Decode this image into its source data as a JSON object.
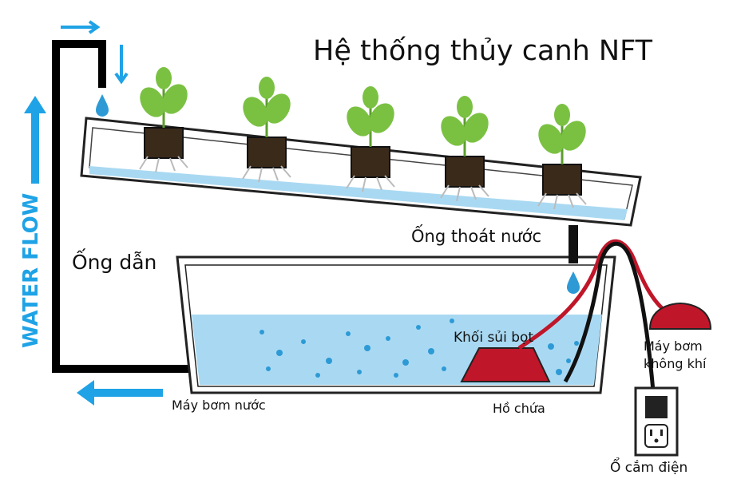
{
  "title": "Hệ thống thủy canh NFT",
  "labels": {
    "ong_dan": "Ống dẫn",
    "ong_thoat_nuoc": "Ống thoát nước",
    "khoi_sui_bot": "Khối sủi bọt",
    "may_bom_nuoc": "Máy bơm nước",
    "ho_chua": "Hồ chứa",
    "may_bom_khong_khi_line1": "Máy bơm",
    "may_bom_khong_khi_line2": "không khí",
    "o_cam_dien": "Ổ cắm điện",
    "water_flow": "WATER FLOW"
  },
  "colors": {
    "water": "#a9d9f2",
    "arrow": "#1fa3e6",
    "pipe": "#000000",
    "air_pump": "#c0162a",
    "leaf": "#7ac142"
  },
  "icons": [
    "plant-icon",
    "water-drop-icon",
    "arrow-right-icon",
    "arrow-down-icon",
    "arrow-up-icon",
    "arrow-left-icon",
    "outlet-icon"
  ]
}
